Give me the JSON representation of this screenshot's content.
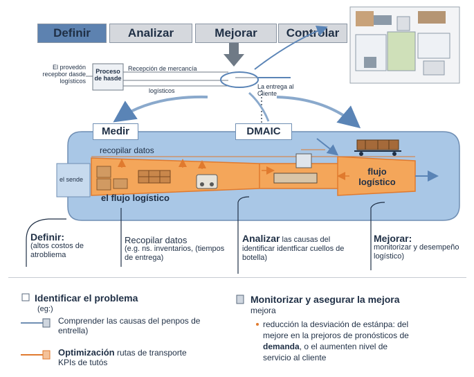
{
  "phases": {
    "define": "Definir",
    "analyze": "Analizar",
    "improve": "Mejorar",
    "control": "Controlar"
  },
  "top_flow": {
    "provider": "El provedón recepbor dasde logísticos",
    "process": "Proceso de hasde",
    "reception": "Recepción de mercancía",
    "logistics": "logísticos",
    "delivery": "La entrega al Cliente"
  },
  "main": {
    "medir": "Medir",
    "dmaic": "DMAIC",
    "collect": "recopilar datos",
    "sende": "el sende",
    "flow_label": "el flujo logístico",
    "flow_box": "flujo logístico"
  },
  "callouts": {
    "define_title": "Definir:",
    "define_text": "(altos costos de atrobliema",
    "collect_title": "Recopilar datos",
    "collect_text": "(e.g. ns. inventarios, (tiempos de entrega)",
    "analyze_title": "Analizar",
    "analyze_text_1": "las causas del",
    "analyze_text_2": "identificar identficar cuellos de botella)",
    "improve_title": "Mejorar:",
    "improve_text": "monitorizar y desempeño logístico)"
  },
  "bottom": {
    "identify_title": "Identificar el problema",
    "identify_sub": "(eg:)",
    "understand": "Comprender las causas del penpos de entrella)",
    "optim_title": "Optimización",
    "optim_text": "rutas de transporte",
    "optim_text2": "KPIs de tutós",
    "monitor_title": "Monitorizar y asegurar la mejora",
    "monitor_sub": "mejora",
    "bullet_1": "reducción la desviación de estánpa: del",
    "bullet_2_pre": "mejore en la prejoros de pronósticos de",
    "bullet_3_bold": "demanda",
    "bullet_3_post": ", o el aumenten nivel de",
    "bullet_4": "servicio al cliente"
  },
  "colors": {
    "define_tab": "#5d82b0",
    "gray_tab": "#d5d8dd",
    "panel_blue": "#a9c7e6",
    "orange": "#f4a65a",
    "orange_line": "#e07a2e",
    "dark_text": "#1f2f45"
  }
}
